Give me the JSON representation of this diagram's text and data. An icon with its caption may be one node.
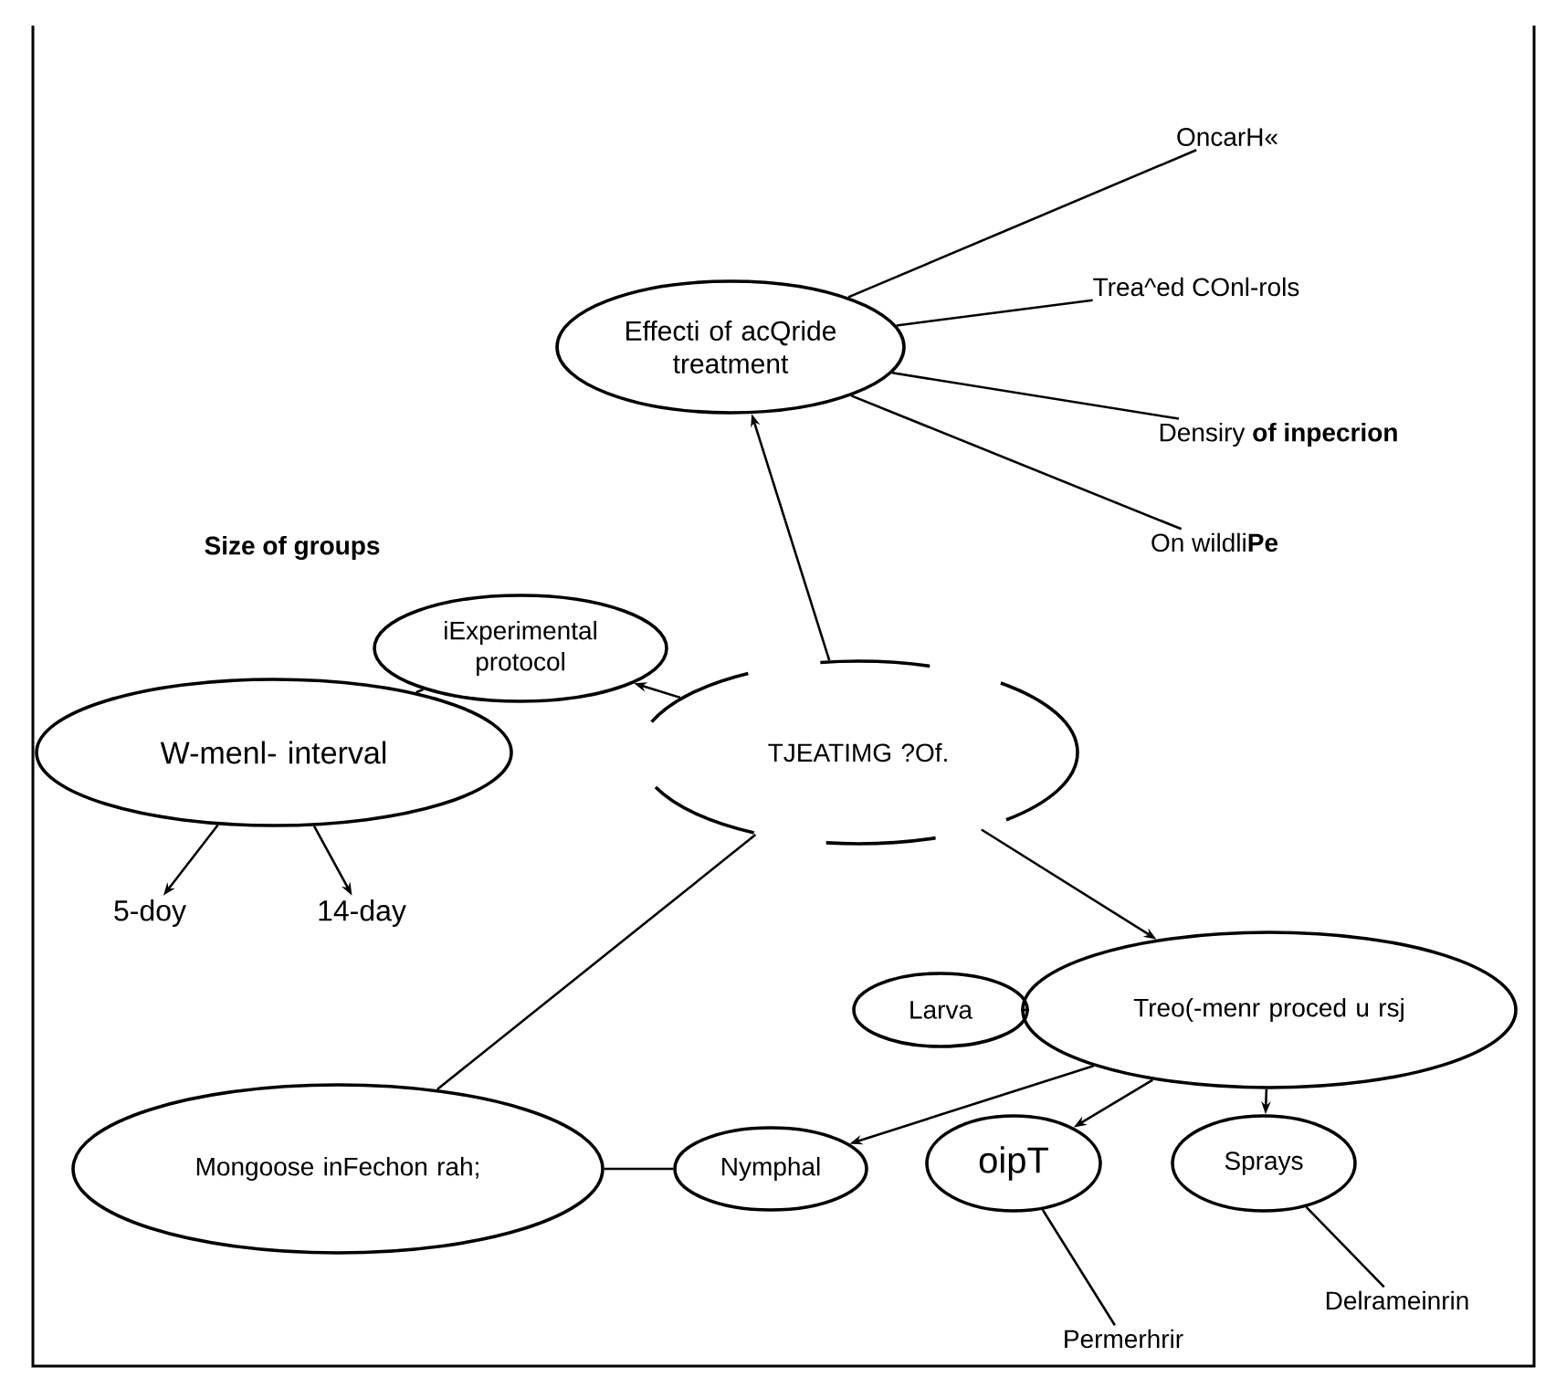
{
  "diagram": {
    "nodes": [
      {
        "text": [
          "Effecti of acQride treatment"
        ]
      },
      {
        "text": [
          "OncarH«"
        ]
      },
      {
        "text": [
          "Trea^ed COnl-rols"
        ]
      },
      {
        "text": [
          "Densiry **of inpecrion**"
        ]
      },
      {
        "text": [
          "On wildli**Pe**"
        ]
      },
      {
        "text": [
          "iExperimental protocol"
        ]
      },
      {
        "text": [
          "W-menl- interval"
        ]
      },
      {
        "text": [
          "5-doy"
        ]
      },
      {
        "text": [
          "14-day"
        ]
      },
      {
        "text": [
          "TJEATIMG ?Of."
        ]
      },
      {
        "text": [
          "Larva"
        ]
      },
      {
        "text": [
          "Treo(-menr proced u rsj"
        ]
      },
      {
        "text": [
          "Mongoose inFechon rah;"
        ]
      },
      {
        "text": [
          "Nymphal"
        ]
      },
      {
        "text": [
          "oipT"
        ]
      },
      {
        "text": [
          "Sprays"
        ]
      },
      {
        "text": [
          "Permerhrir"
        ]
      },
      {
        "text": [
          "Delrameinrin"
        ]
      }
    ],
    "edges": [
      {
        "from": 0,
        "to": 1,
        "arrow": "none"
      },
      {
        "from": 0,
        "to": 2,
        "arrow": "none"
      },
      {
        "from": 0,
        "to": 3,
        "arrow": "none"
      },
      {
        "from": 0,
        "to": 4,
        "arrow": "none"
      },
      {
        "from": 9,
        "to": 0,
        "arrow": "to"
      },
      {
        "from": 9,
        "to": 5,
        "arrow": "to"
      },
      {
        "from": 5,
        "to": 6,
        "arrow": "none"
      },
      {
        "from": 6,
        "to": 7,
        "arrow": "to"
      },
      {
        "from": 6,
        "to": 8,
        "arrow": "to"
      },
      {
        "from": 9,
        "to": 11,
        "arrow": "to"
      },
      {
        "from": 11,
        "to": 10,
        "arrow": "none"
      },
      {
        "from": 9,
        "to": 12,
        "arrow": "none"
      },
      {
        "from": 12,
        "to": 13,
        "arrow": "none"
      },
      {
        "from": 11,
        "to": 13,
        "arrow": "to"
      },
      {
        "from": 11,
        "to": 14,
        "arrow": "to"
      },
      {
        "from": 11,
        "to": 15,
        "arrow": "to"
      },
      {
        "from": 14,
        "to": 16,
        "arrow": "none"
      },
      {
        "from": 15,
        "to": 17,
        "arrow": "none"
      }
    ],
    "labels": [
      "Size of groups"
    ]
  }
}
